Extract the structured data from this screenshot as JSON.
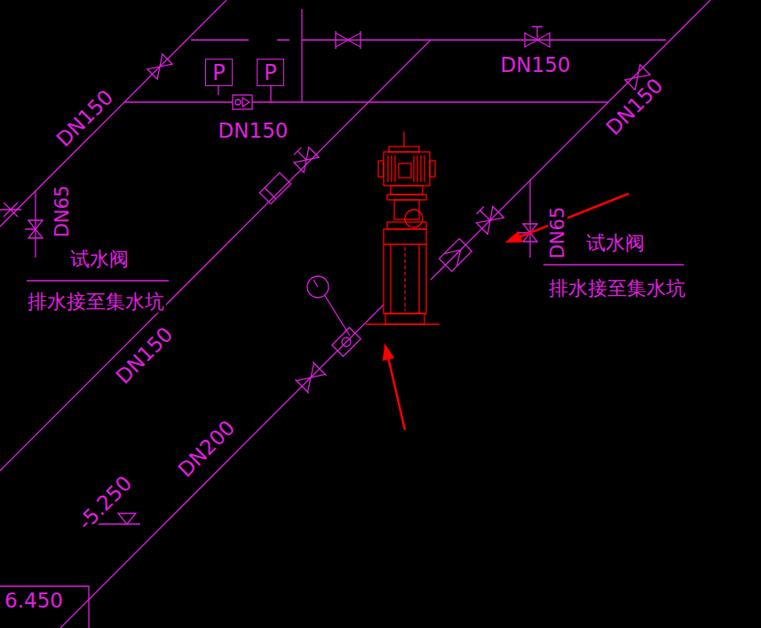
{
  "diagram": {
    "nodes": [
      {
        "text": [
          "P"
        ]
      },
      {
        "text": [
          "P"
        ]
      }
    ],
    "labels": [
      "DN150",
      "DN150",
      "DN150",
      "DN150",
      "DN65",
      "试水阀",
      "排水接至集水坑",
      "DN150",
      "DN200",
      "-5.250",
      "6.450",
      "DN65",
      "试水阀",
      "排水接至集水坑"
    ]
  }
}
